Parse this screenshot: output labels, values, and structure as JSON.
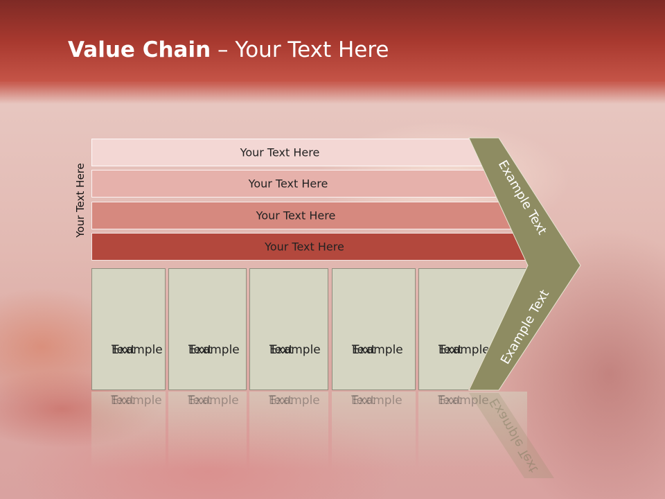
{
  "title": {
    "bold": "Value Chain",
    "rest": " – Your Text Here"
  },
  "side_label": "Your Text Here",
  "bars": [
    {
      "label": "Your Text Here",
      "color": "#f3d7d4"
    },
    {
      "label": "Your Text Here",
      "color": "#e6b1ab"
    },
    {
      "label": "Your Text Here",
      "color": "#d6897f"
    },
    {
      "label": "Your Text Here",
      "color": "#b3483d"
    }
  ],
  "boxes": [
    {
      "line1": "Example",
      "line2": "Text"
    },
    {
      "line1": "Example",
      "line2": "Text"
    },
    {
      "line1": "Example",
      "line2": "Text"
    },
    {
      "line1": "Example",
      "line2": "Text"
    },
    {
      "line1": "Example",
      "line2": "Text"
    }
  ],
  "chevron": {
    "top_label": "Example Text",
    "bottom_label": "Example Text",
    "color": "#8e8c62"
  }
}
